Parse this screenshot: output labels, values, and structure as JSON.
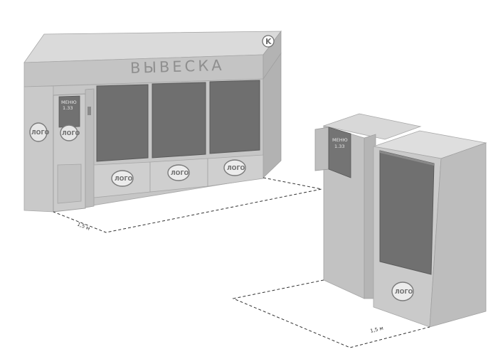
{
  "kiosk_large": {
    "sign_text": "ВЫВЕСКА",
    "menu_title": "МЕНЮ",
    "menu_sub": "1.33",
    "logo_text": "ЛОГО",
    "dimension_label": "1,5 м",
    "badge_letter": "K"
  },
  "kiosk_small": {
    "menu_title": "МЕНЮ",
    "menu_sub": "1.33",
    "logo_text": "ЛОГО",
    "dimension_label": "1,5 м"
  }
}
